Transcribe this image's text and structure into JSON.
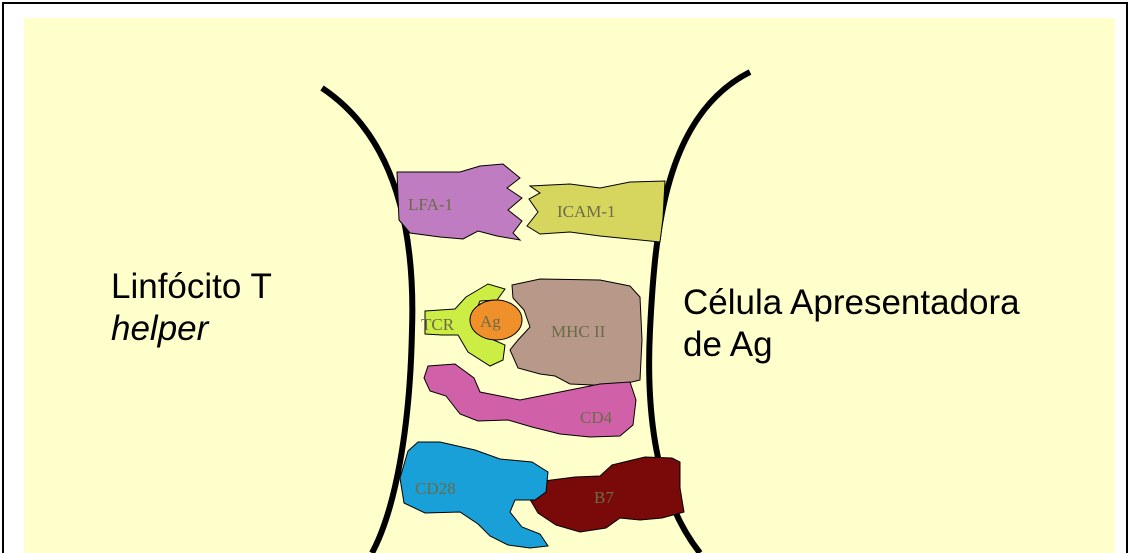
{
  "left_cell": {
    "line1": "Linfócito T",
    "line2": "helper"
  },
  "right_cell": {
    "line1": "Célula Apresentadora",
    "line2": "de Ag"
  },
  "molecules": {
    "lfa1": "LFA-1",
    "icam1": "ICAM-1",
    "tcr": "TCR",
    "ag": "Ag",
    "mhc2": "MHC II",
    "cd4": "CD4",
    "cd28": "CD28",
    "b7": "B7"
  },
  "colors": {
    "background": "#ffffcc",
    "lfa1": "#c07cc0",
    "icam1": "#d6d65e",
    "tcr": "#ccee44",
    "ag": "#f0902a",
    "mhc2": "#b89888",
    "cd4": "#d060a8",
    "cd28": "#1aa0d8",
    "b7": "#7a0a0a"
  }
}
